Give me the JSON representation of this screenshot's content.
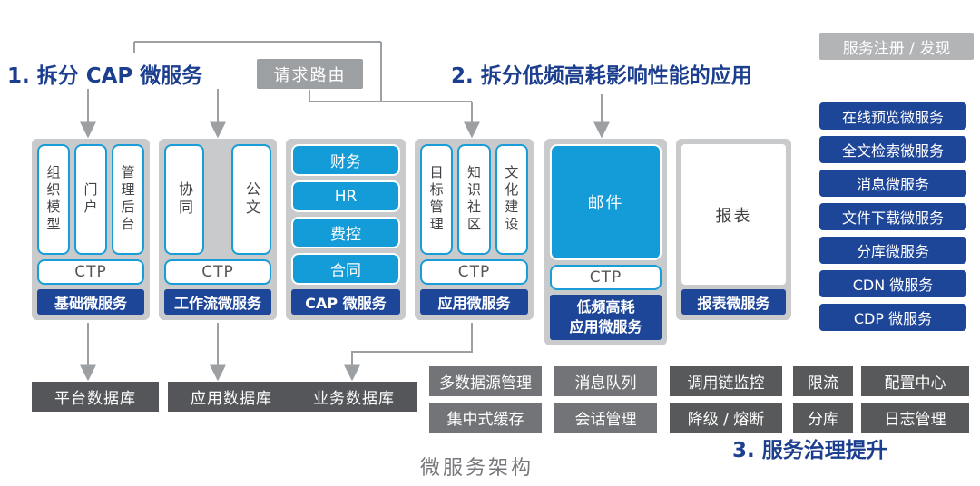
{
  "titles": {
    "step1": "1. 拆分 CAP 微服务",
    "step2": "2. 拆分低频高耗影响性能的应用",
    "step3": "3. 服务治理提升",
    "caption": "微服务架构"
  },
  "top_bar": {
    "request_routing": "请求路由",
    "service_registry": "服务注册 / 发现"
  },
  "right_services": [
    "在线预览微服务",
    "全文检索微服务",
    "消息微服务",
    "文件下载微服务",
    "分库微服务",
    "CDN 微服务",
    "CDP 微服务"
  ],
  "groups": {
    "basic": {
      "modules": [
        "组织模型",
        "门户",
        "管理后台"
      ],
      "ctp": "CTP",
      "label": "基础微服务"
    },
    "workflow": {
      "modules": [
        "协同",
        "公文"
      ],
      "ctp": "CTP",
      "label": "工作流微服务"
    },
    "cap": {
      "modules": [
        "财务",
        "HR",
        "费控",
        "合同"
      ],
      "label": "CAP 微服务"
    },
    "application": {
      "modules": [
        "目标管理",
        "知识社区",
        "文化建设"
      ],
      "ctp": "CTP",
      "label": "应用微服务"
    },
    "low_freq": {
      "modules": [
        "邮件"
      ],
      "ctp": "CTP",
      "label_line1": "低频高耗",
      "label_line2": "应用微服务"
    },
    "report": {
      "modules": [
        "报表"
      ],
      "label": "报表微服务"
    }
  },
  "databases": [
    "平台数据库",
    "应用数据库",
    "业务数据库"
  ],
  "governance": {
    "row1": [
      "多数据源管理",
      "消息队列",
      "调用链监控",
      "限流",
      "配置中心"
    ],
    "row2": [
      "集中式缓存",
      "会话管理",
      "降级 / 熔断",
      "分库",
      "日志管理"
    ]
  },
  "colors": {
    "accent_cyan": "#149cd8",
    "dark_blue": "#1d4598",
    "title_blue": "#1c3e8f",
    "container_gray": "#c9cacc",
    "governance_gray_light": "#737477",
    "governance_gray_dark": "#58595b",
    "database_gray": "#55565a",
    "line_gray": "#9da0a3"
  }
}
